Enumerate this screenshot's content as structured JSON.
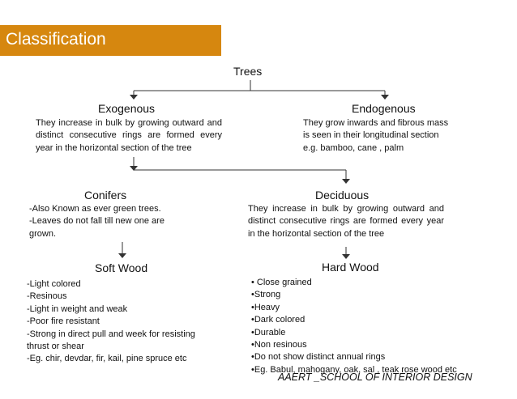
{
  "title": "Classification",
  "root": {
    "label": "Trees"
  },
  "exogenous": {
    "label": "Exogenous",
    "text": "They increase in bulk by growing outward and distinct consecutive rings are formed every year in the horizontal section of the tree"
  },
  "endogenous": {
    "label": "Endogenous",
    "text": "They grow inwards and fibrous mass\nis seen in their longitudinal section\ne.g. bamboo, cane , palm"
  },
  "conifers": {
    "label": "Conifers",
    "text": "-Also Known as ever green trees.\n-Leaves do not fall till new one are\ngrown."
  },
  "deciduous": {
    "label": "Deciduous",
    "text": "They increase in bulk by growing outward and distinct consecutive rings are formed every year in the horizontal section of the tree"
  },
  "soft_wood": {
    "label": "Soft Wood",
    "items": [
      "-Light colored",
      "-Resinous",
      "-Light in weight and weak",
      "-Poor fire resistant",
      "-Strong in direct pull and week for resisting\nthrust or shear",
      "-Eg. chir, devdar, fir, kail, pine spruce etc"
    ]
  },
  "hard_wood": {
    "label": "Hard Wood",
    "items": [
      "• Close grained",
      "•Strong",
      "•Heavy",
      "•Dark colored",
      "•Durable",
      "•Non resinous",
      "•Do not show distinct annual rings",
      "•Eg. Babul, mahogany, oak, sal , teak rose wood etc"
    ]
  },
  "footer": "AAERT _SCHOOL OF INTERIOR DESIGN",
  "colors": {
    "title_bg": "#d6870f",
    "title_text": "#ffffff",
    "line": "#333333"
  }
}
